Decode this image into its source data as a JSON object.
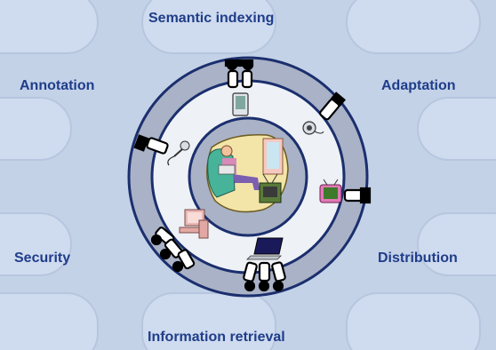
{
  "labels": {
    "top": "Semantic indexing",
    "top_left": "Annotation",
    "top_right": "Adaptation",
    "bottom_left": "Security",
    "bottom_right": "Distribution",
    "bottom": "Information retrieval"
  },
  "colors": {
    "background": "#c4d2e8",
    "ring_outer": "#a9b2c6",
    "ring_inner": "#eef1f6",
    "ring_stroke": "#1b2f6e",
    "label_text": "#1f3d8a"
  },
  "devices": [
    {
      "name": "pda-device-icon"
    },
    {
      "name": "webcam-device-icon"
    },
    {
      "name": "tv-device-icon"
    },
    {
      "name": "laptop-device-icon"
    },
    {
      "name": "desktop-pc-device-icon"
    },
    {
      "name": "microphone-device-icon"
    }
  ]
}
